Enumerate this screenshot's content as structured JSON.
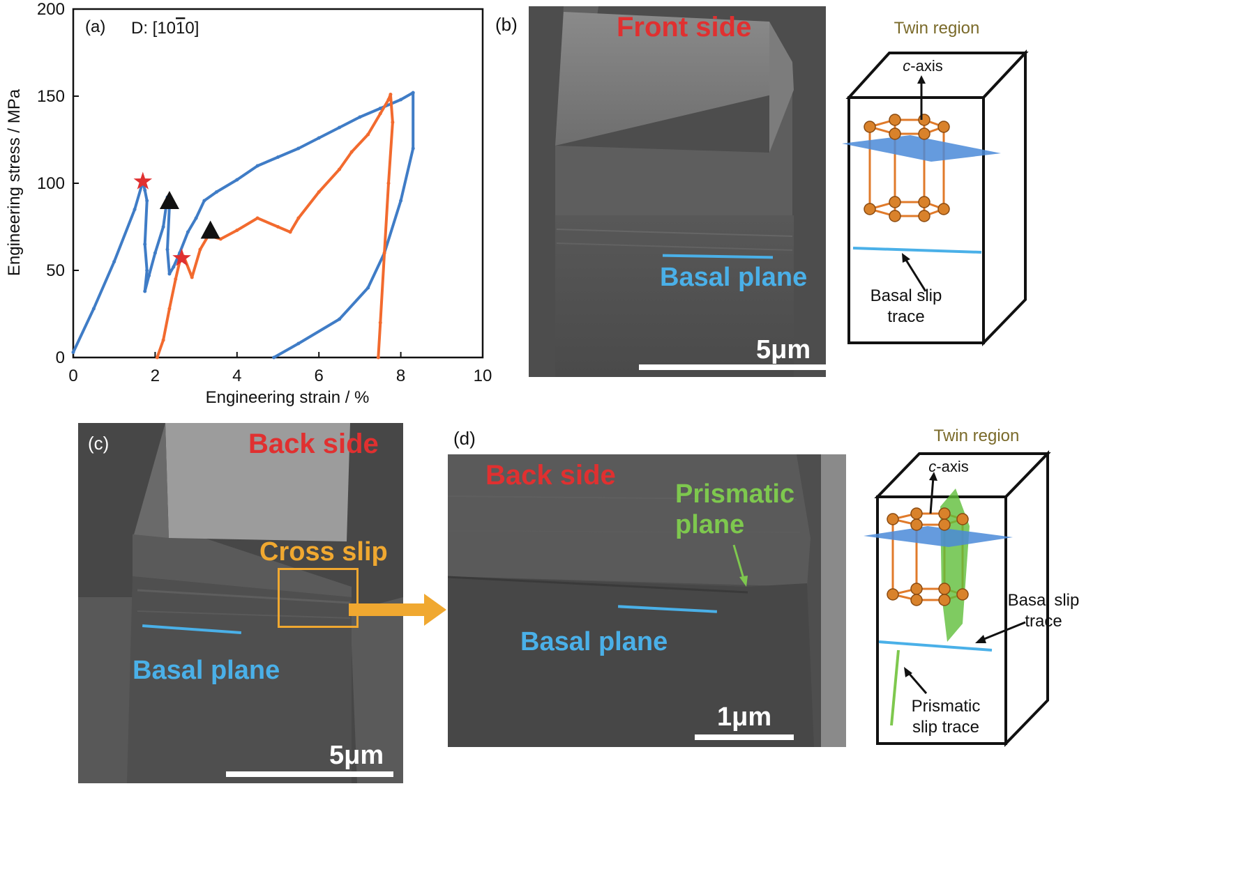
{
  "panel_a": {
    "label": "(a)",
    "direction": "D: [10",
    "direction_bar": "1",
    "direction_end": "0]",
    "xlabel": "Engineering strain / %",
    "ylabel": "Engineering stress / MPa",
    "xticks": [
      "0",
      "2",
      "4",
      "6",
      "8",
      "10"
    ],
    "yticks": [
      "0",
      "50",
      "100",
      "150",
      "200"
    ]
  },
  "panel_b": {
    "label": "(b)",
    "title": "Front side",
    "basal_label": "Basal plane",
    "scale": "5μm",
    "diagram": {
      "title": "Twin region",
      "c_prefix": "c",
      "c_suffix": "-axis",
      "basal_trace_1": "Basal slip",
      "basal_trace_2": "trace"
    }
  },
  "panel_c": {
    "label": "(c)",
    "title": "Back side",
    "cross_slip": "Cross slip",
    "basal_label": "Basal plane",
    "scale": "5μm"
  },
  "panel_d": {
    "label": "(d)",
    "title": "Back side",
    "prismatic_1": "Prismatic",
    "prismatic_2": "plane",
    "basal_label": "Basal plane",
    "scale": "1μm",
    "diagram": {
      "title": "Twin region",
      "c_prefix": "c",
      "c_suffix": "-axis",
      "basal_trace_1": "Basal slip",
      "basal_trace_2": "trace",
      "prism_trace_1": "Prismatic",
      "prism_trace_2": "slip trace"
    }
  },
  "colors": {
    "blue_series": "#3f7cc6",
    "orange_series": "#f26a2e",
    "red_title": "#e03030",
    "blue_label": "#4ab0e8",
    "green_label": "#7ec84e",
    "orange_label": "#f0a830",
    "olive_title": "#7a6a2a"
  },
  "chart_data": {
    "type": "scatter",
    "xlabel": "Engineering strain / %",
    "ylabel": "Engineering stress / MPa",
    "xlim": [
      0,
      10
    ],
    "ylim": [
      0,
      200
    ],
    "xticks": [
      0,
      2,
      4,
      6,
      8,
      10
    ],
    "yticks": [
      0,
      50,
      100,
      150,
      200
    ],
    "grid": false,
    "series": [
      {
        "color": "#3f7cc6",
        "points": [
          [
            0,
            3
          ],
          [
            0.5,
            28
          ],
          [
            1,
            55
          ],
          [
            1.5,
            85
          ],
          [
            1.7,
            101
          ],
          [
            1.75,
            96
          ],
          [
            1.8,
            90
          ],
          [
            1.75,
            65
          ],
          [
            1.8,
            50
          ],
          [
            1.75,
            38
          ],
          [
            1.85,
            47
          ],
          [
            2.0,
            60
          ],
          [
            2.2,
            75
          ],
          [
            2.3,
            92
          ],
          [
            2.35,
            87
          ],
          [
            2.3,
            62
          ],
          [
            2.35,
            48
          ],
          [
            2.45,
            52
          ],
          [
            2.6,
            60
          ],
          [
            2.8,
            72
          ],
          [
            3.0,
            80
          ],
          [
            3.2,
            90
          ],
          [
            3.5,
            95
          ],
          [
            4.0,
            102
          ],
          [
            4.5,
            110
          ],
          [
            5.0,
            115
          ],
          [
            5.5,
            120
          ],
          [
            6.0,
            126
          ],
          [
            6.5,
            132
          ],
          [
            7.0,
            138
          ],
          [
            7.5,
            143
          ],
          [
            8.0,
            148
          ],
          [
            8.3,
            152
          ],
          [
            8.3,
            120
          ],
          [
            8.0,
            90
          ],
          [
            7.6,
            60
          ],
          [
            7.2,
            40
          ],
          [
            6.5,
            22
          ],
          [
            5.5,
            8
          ],
          [
            4.9,
            0
          ]
        ]
      },
      {
        "color": "#f26a2e",
        "points": [
          [
            2.05,
            0
          ],
          [
            2.2,
            10
          ],
          [
            2.35,
            28
          ],
          [
            2.5,
            45
          ],
          [
            2.6,
            55
          ],
          [
            2.7,
            58
          ],
          [
            2.9,
            46
          ],
          [
            3.1,
            62
          ],
          [
            3.3,
            70
          ],
          [
            3.6,
            68
          ],
          [
            4.0,
            73
          ],
          [
            4.5,
            80
          ],
          [
            5.0,
            75
          ],
          [
            5.3,
            72
          ],
          [
            5.5,
            80
          ],
          [
            6.0,
            95
          ],
          [
            6.5,
            108
          ],
          [
            6.8,
            118
          ],
          [
            7.2,
            128
          ],
          [
            7.5,
            140
          ],
          [
            7.7,
            148
          ],
          [
            7.75,
            151
          ],
          [
            7.8,
            135
          ],
          [
            7.7,
            100
          ],
          [
            7.6,
            60
          ],
          [
            7.5,
            20
          ],
          [
            7.45,
            0
          ]
        ]
      }
    ],
    "markers": [
      {
        "shape": "star",
        "color": "#e03030",
        "x": 1.7,
        "y": 101
      },
      {
        "shape": "star",
        "color": "#e03030",
        "x": 2.65,
        "y": 57
      },
      {
        "shape": "triangle",
        "color": "#111111",
        "x": 2.35,
        "y": 90
      },
      {
        "shape": "triangle",
        "color": "#111111",
        "x": 3.35,
        "y": 73
      }
    ]
  }
}
